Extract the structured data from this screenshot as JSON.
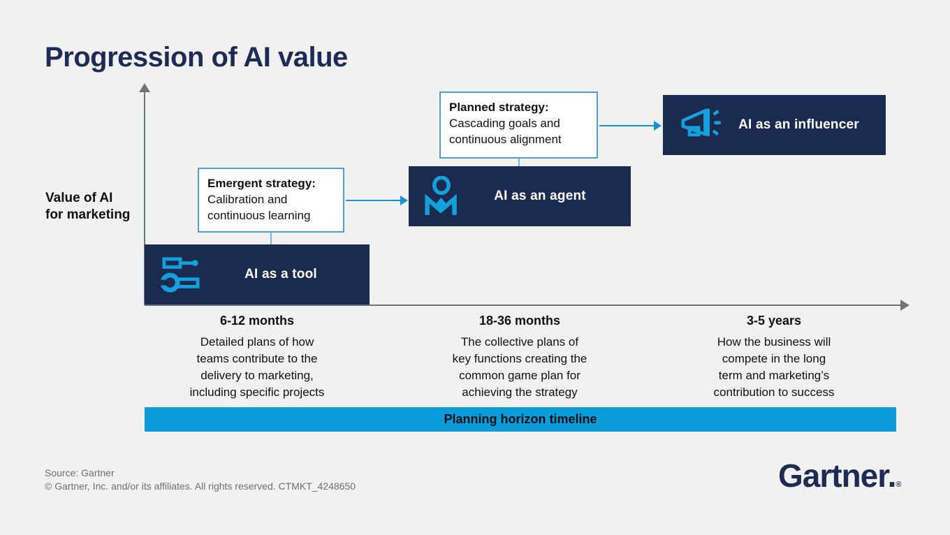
{
  "title": "Progression of AI value",
  "y_axis_label": "Value of AI\nfor marketing",
  "stages": [
    {
      "label": "AI as a tool",
      "icon": "tools-icon"
    },
    {
      "label": "AI as an agent",
      "icon": "agent-person-icon"
    },
    {
      "label": "AI as an influencer",
      "icon": "megaphone-icon"
    }
  ],
  "callouts": [
    {
      "lead": "Emergent strategy:",
      "body": "Calibration and\ncontinuous learning"
    },
    {
      "lead": "Planned strategy:",
      "body": "Cascading goals and\ncontinuous alignment"
    }
  ],
  "timeline": [
    {
      "period": "6-12 months",
      "description": "Detailed plans of how\nteams contribute to the\ndelivery to marketing,\nincluding specific projects"
    },
    {
      "period": "18-36 months",
      "description": "The collective plans of\nkey functions creating the\ncommon game plan for\nachieving the strategy"
    },
    {
      "period": "3-5 years",
      "description": "How the business will\ncompete in the long\nterm and marketing’s\ncontribution to success"
    }
  ],
  "planning_bar_label": "Planning horizon timeline",
  "footer": {
    "source": "Source: Gartner",
    "copyright": "© Gartner, Inc. and/or its affiliates. All rights reserved. CTMKT_4248650"
  },
  "logo": {
    "text": "Gartner.",
    "registered": "®"
  },
  "colors": {
    "navy": "#1b2b4f",
    "title_navy": "#1e2c55",
    "bright_blue": "#0a9bd8",
    "icon_blue": "#14a0dc",
    "connector_blue": "#1793d3",
    "callout_border": "#4d9fd8",
    "axis_gray": "#6e7777",
    "background": "#f2f1f1",
    "text_black": "#111111",
    "footer_gray": "#6f6f6f"
  }
}
